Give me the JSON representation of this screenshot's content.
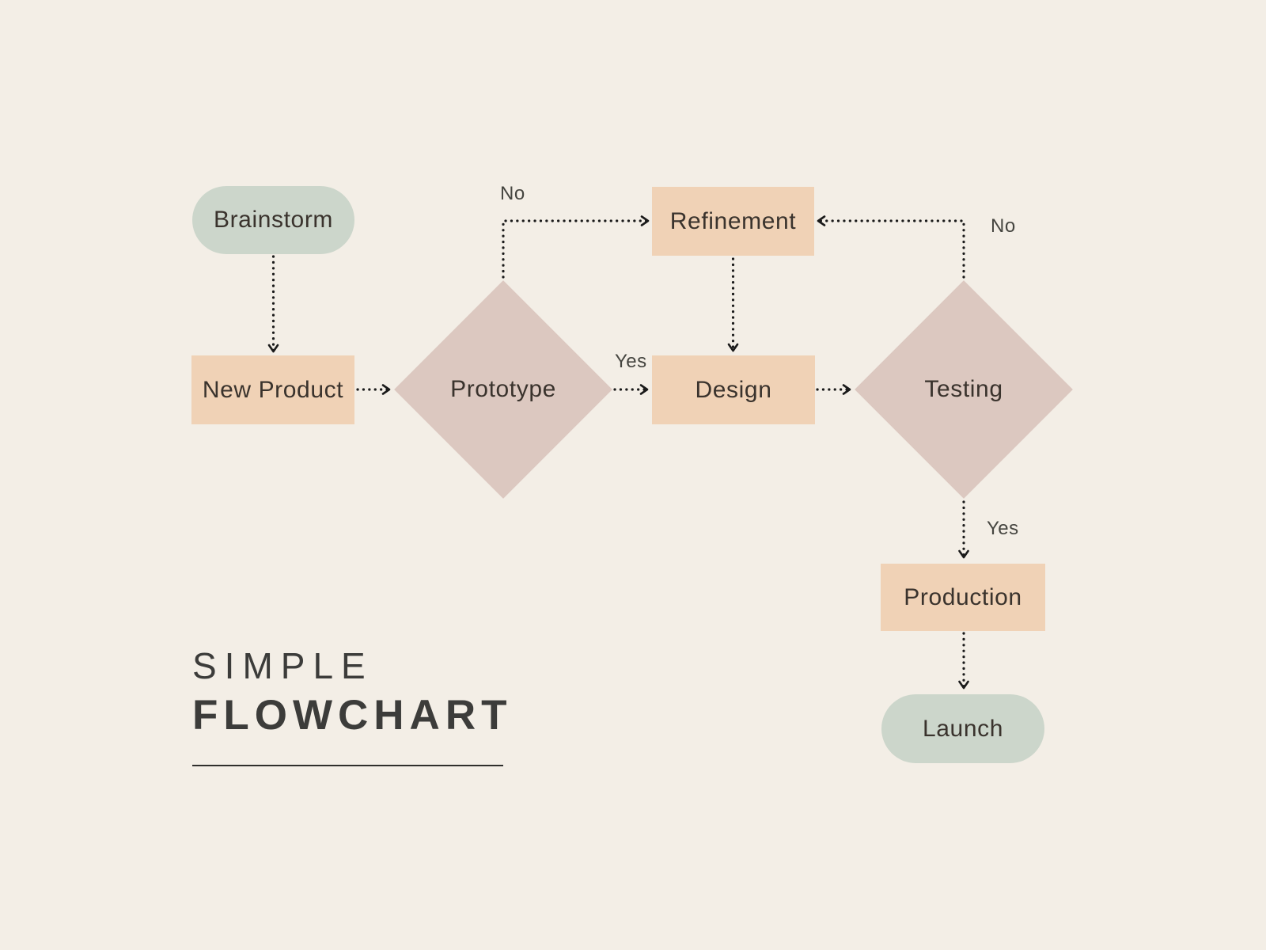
{
  "title": {
    "line1": "SIMPLE",
    "line2": "FLOWCHART"
  },
  "nodes": {
    "brainstorm": {
      "label": "Brainstorm",
      "shape": "pill"
    },
    "new_product": {
      "label": "New Product",
      "shape": "rectangle"
    },
    "prototype": {
      "label": "Prototype",
      "shape": "diamond"
    },
    "refinement": {
      "label": "Refinement",
      "shape": "rectangle"
    },
    "design": {
      "label": "Design",
      "shape": "rectangle"
    },
    "testing": {
      "label": "Testing",
      "shape": "diamond"
    },
    "production": {
      "label": "Production",
      "shape": "rectangle"
    },
    "launch": {
      "label": "Launch",
      "shape": "pill"
    }
  },
  "edges": [
    {
      "from": "Brainstorm",
      "to": "New Product",
      "label": ""
    },
    {
      "from": "New Product",
      "to": "Prototype",
      "label": ""
    },
    {
      "from": "Prototype",
      "to": "Refinement",
      "label": "No"
    },
    {
      "from": "Prototype",
      "to": "Design",
      "label": "Yes"
    },
    {
      "from": "Refinement",
      "to": "Design",
      "label": ""
    },
    {
      "from": "Design",
      "to": "Testing",
      "label": ""
    },
    {
      "from": "Testing",
      "to": "Refinement",
      "label": "No"
    },
    {
      "from": "Testing",
      "to": "Production",
      "label": "Yes"
    },
    {
      "from": "Production",
      "to": "Launch",
      "label": ""
    }
  ],
  "colors": {
    "background": "#f3eee6",
    "terminator": "#ccd6cb",
    "process": "#f0d2b6",
    "decision": "#dcc8c0",
    "node_text": "#3a332d",
    "title_text": "#3c3c3a",
    "edge_label_text": "#454540",
    "connector": "#1a1a1a"
  }
}
